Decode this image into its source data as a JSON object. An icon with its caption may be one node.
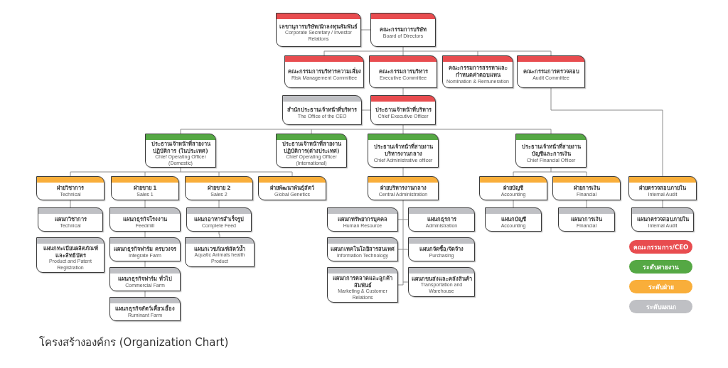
{
  "diagram": {
    "title": "โครงสร้างองค์กร (Organization Chart)",
    "nodes": [
      {
        "text": [
          "เลขานุการบริษัท/นักลงทุนสัมพันธ์",
          "Corporate Secretary / Investor Relations"
        ]
      },
      {
        "text": [
          "คณะกรรมการบริษัท",
          "Board of Directors"
        ]
      },
      {
        "text": [
          "คณะกรรมการบริหารความเสี่ยง",
          "Risk Management Committee"
        ]
      },
      {
        "text": [
          "คณะกรรมการบริหาร",
          "Executive Committee"
        ]
      },
      {
        "text": [
          "คณะกรรมการสรรหาและกำหนดค่าตอบแทน",
          "Nomination & Remuneration"
        ]
      },
      {
        "text": [
          "คณะกรรมการตรวจสอบ",
          "Audit Committee"
        ]
      },
      {
        "text": [
          "สำนักประธานเจ้าหน้าที่บริหาร",
          "The Office of the CEO"
        ]
      },
      {
        "text": [
          "ประธานเจ้าหน้าที่บริหาร",
          "Chief Executive Officer"
        ]
      },
      {
        "text": [
          "ประธานเจ้าหน้าที่สายงานปฏิบัติการ (ในประเทศ)",
          "Chief Operating Officer (Domestic)"
        ]
      },
      {
        "text": [
          "ประธานเจ้าหน้าที่สายงานปฏิบัติการ(ต่างประเทศ)",
          "Chief Operating Officer (International)"
        ]
      },
      {
        "text": [
          "ประธานเจ้าหน้าที่สายงานบริหารงานกลาง",
          "Chief Administrative officer"
        ]
      },
      {
        "text": [
          "ประธานเจ้าหน้าที่สายงานบัญชีและการเงิน",
          "Chief Financial Officer"
        ]
      },
      {
        "text": [
          "ฝ่ายวิชาการ",
          "Technical"
        ]
      },
      {
        "text": [
          "ฝ่ายขาย 1",
          "Sales 1"
        ]
      },
      {
        "text": [
          "ฝ่ายขาย 2",
          "Sales 2"
        ]
      },
      {
        "text": [
          "ฝ่ายพัฒนาพันธุ์สัตว์",
          "Global Genetics"
        ]
      },
      {
        "text": [
          "ฝ่ายบริหารงานกลาง",
          "Central Administration"
        ]
      },
      {
        "text": [
          "ฝ่ายบัญชี",
          "Accounting"
        ]
      },
      {
        "text": [
          "ฝ่ายการเงิน",
          "Financial"
        ]
      },
      {
        "text": [
          "ฝ่ายตรวจสอบภายใน",
          "Internal Audit"
        ]
      },
      {
        "text": [
          "แผนกวิชาการ",
          "Technical"
        ]
      },
      {
        "text": [
          "แผนกธุรกิจโรงงาน",
          "Feedmill"
        ]
      },
      {
        "text": [
          "แผนกอาหารสำเร็จรูป",
          "Complete Feed"
        ]
      },
      {
        "text": [
          "แผนกทะเบียนผลิตภัณฑ์และสิทธิบัตร",
          "Product and Patent Registration"
        ]
      },
      {
        "text": [
          "แผนกธุรกิจฟาร์ม ครบวงจร",
          "Integrate Farm"
        ]
      },
      {
        "text": [
          "แผนกธุรกิจฟาร์ม ทั่วไป",
          "Commercial Farm"
        ]
      },
      {
        "text": [
          "แผนกธุรกิจสัตว์เคี้ยวเอื้อง",
          "Ruminant Farm"
        ]
      },
      {
        "text": [
          "แผนกเวชภัณฑ์สัตว์น้ำ",
          "Aquatic Animals health Product"
        ]
      },
      {
        "text": [
          "แผนกทรัพยากรบุคคล",
          "Human Resource"
        ]
      },
      {
        "text": [
          "แผนกธุรการ",
          "Administration"
        ]
      },
      {
        "text": [
          "แผนกเทคโนโลยีสารสนเทศ",
          "Information Technology"
        ]
      },
      {
        "text": [
          "แผนกจัดซื้อ/จัดจ้าง",
          "Purchasing"
        ]
      },
      {
        "text": [
          "แผนกการตลาดและลูกค้าสัมพันธ์",
          "Marketing & Customer Relations"
        ]
      },
      {
        "text": [
          "แผนกขนส่งและคลังสินค้า",
          "Transportation and Warehouse"
        ]
      },
      {
        "text": [
          "แผนกบัญชี",
          "Accounting"
        ]
      },
      {
        "text": [
          "แผนกการเงิน",
          "Financial"
        ]
      },
      {
        "text": [
          "แผนกตรวจสอบภายใน",
          "Internal Audit"
        ]
      }
    ],
    "edges": [
      {
        "from": 1,
        "to": 0,
        "arrow": "none"
      },
      {
        "from": 1,
        "to": 2,
        "arrow": "none"
      },
      {
        "from": 1,
        "to": 3,
        "arrow": "none"
      },
      {
        "from": 1,
        "to": 4,
        "arrow": "none"
      },
      {
        "from": 1,
        "to": 5,
        "arrow": "none"
      },
      {
        "from": 3,
        "to": 7,
        "arrow": "none"
      },
      {
        "from": 7,
        "to": 6,
        "arrow": "none"
      },
      {
        "from": 5,
        "to": 19,
        "arrow": "none"
      },
      {
        "from": 7,
        "to": 8,
        "arrow": "none"
      },
      {
        "from": 7,
        "to": 9,
        "arrow": "none"
      },
      {
        "from": 7,
        "to": 10,
        "arrow": "none"
      },
      {
        "from": 7,
        "to": 11,
        "arrow": "none"
      },
      {
        "from": 8,
        "to": 12,
        "arrow": "none"
      },
      {
        "from": 8,
        "to": 13,
        "arrow": "none"
      },
      {
        "from": 8,
        "to": 14,
        "arrow": "none"
      },
      {
        "from": 8,
        "to": 15,
        "arrow": "none"
      },
      {
        "from": 10,
        "to": 16,
        "arrow": "none"
      },
      {
        "from": 11,
        "to": 17,
        "arrow": "none"
      },
      {
        "from": 11,
        "to": 18,
        "arrow": "none"
      },
      {
        "from": 12,
        "to": 20,
        "arrow": "none"
      },
      {
        "from": 13,
        "to": 21,
        "arrow": "none"
      },
      {
        "from": 21,
        "to": 24,
        "arrow": "none"
      },
      {
        "from": 24,
        "to": 25,
        "arrow": "none"
      },
      {
        "from": 25,
        "to": 26,
        "arrow": "none"
      },
      {
        "from": 14,
        "to": 22,
        "arrow": "none"
      },
      {
        "from": 22,
        "to": 27,
        "arrow": "none"
      },
      {
        "from": 16,
        "to": 28,
        "arrow": "none"
      },
      {
        "from": 16,
        "to": 29,
        "arrow": "none"
      },
      {
        "from": 16,
        "to": 30,
        "arrow": "none"
      },
      {
        "from": 16,
        "to": 31,
        "arrow": "none"
      },
      {
        "from": 16,
        "to": 32,
        "arrow": "none"
      },
      {
        "from": 16,
        "to": 33,
        "arrow": "none"
      },
      {
        "from": 17,
        "to": 34,
        "arrow": "none"
      },
      {
        "from": 18,
        "to": 35,
        "arrow": "none"
      },
      {
        "from": 19,
        "to": 36,
        "arrow": "none"
      }
    ],
    "legend": [
      {
        "text": "คณะกรรมการ/CEO",
        "color": "#e84c4f"
      },
      {
        "text": "ระดับสายงาน",
        "color": "#55a844"
      },
      {
        "text": "ระดับฝ่าย",
        "color": "#f9ae3a"
      },
      {
        "text": "ระดับแผนก",
        "color": "#bfc0c4"
      }
    ]
  }
}
